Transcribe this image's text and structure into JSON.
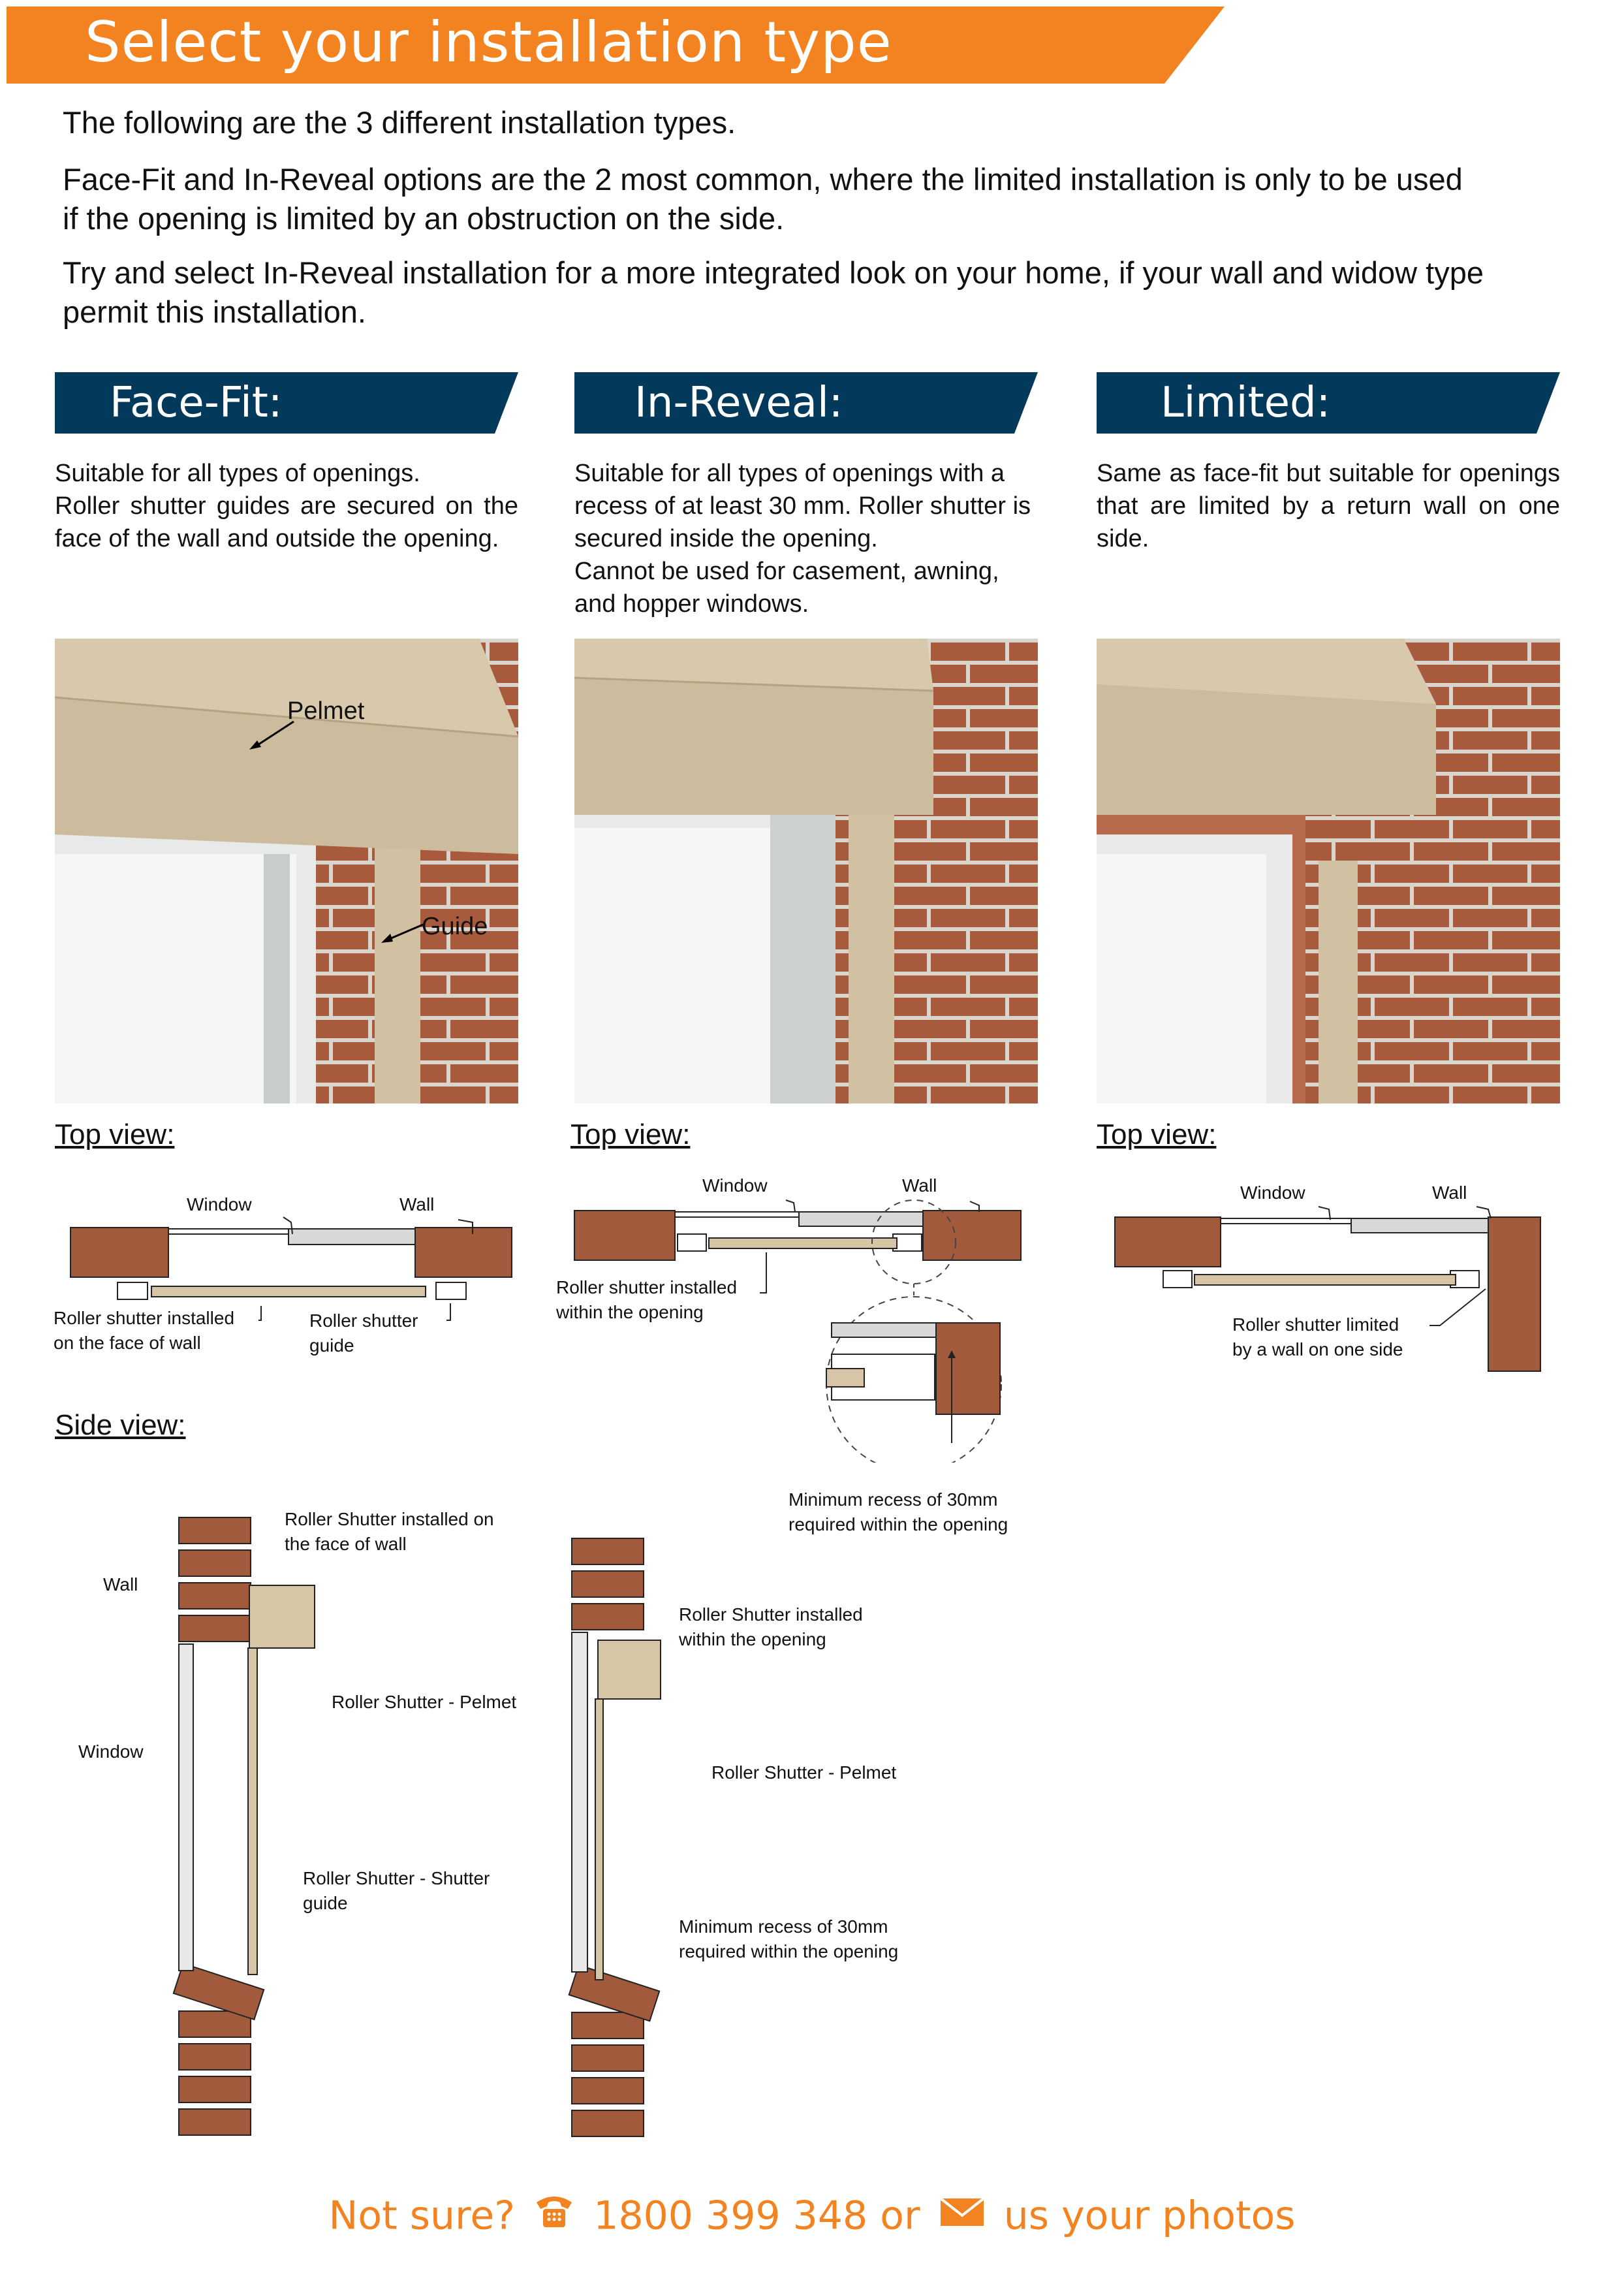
{
  "header": {
    "title": "Select your installation type"
  },
  "intro": {
    "p1": "The following are the 3 different installation types.",
    "p2a": "Face-Fit and In-Reveal options are the 2 most common, where the limited installation is only to be used",
    "p2b": "if the opening is limited by an obstruction on the side.",
    "p3a": "Try and select In-Reveal installation for a more integrated look on your home, if your wall and widow type",
    "p3b": "permit this installation."
  },
  "columns": [
    {
      "title": "Face-Fit:",
      "desc": [
        "Suitable for all types of openings.",
        "Roller shutter guides are secured on the face of the wall and outside the opening."
      ]
    },
    {
      "title": "In-Reveal:",
      "desc": [
        "Suitable for all types of openings with a recess of at least 30 mm. Roller shutter is secured inside the opening.",
        "Cannot be used for casement, awning, and hopper windows."
      ]
    },
    {
      "title": "Limited:",
      "desc": [
        "Same as face-fit but suitable for openings that are limited by a return wall on one side."
      ]
    }
  ],
  "photo_labels": {
    "pelmet": "Pelmet",
    "guide": "Guide"
  },
  "top_view_label": "Top view:",
  "side_view_label": "Side view:",
  "diagram_labels": {
    "window": "Window",
    "wall": "Wall",
    "ff_shutter_a": "Roller shutter installed",
    "ff_shutter_b": "on the face of wall",
    "ff_guide_a": "Roller shutter",
    "ff_guide_b": "guide",
    "ir_shutter_a": "Roller shutter installed",
    "ir_shutter_b": "within the opening",
    "min_recess_a": "Minimum recess of 30mm",
    "min_recess_b": "required within the opening",
    "lim_a": "Roller shutter limited",
    "lim_b": "by a wall on one side",
    "sv_face_a": "Roller Shutter installed on",
    "sv_face_b": "the face of wall",
    "sv_pelmet": "Roller Shutter - Pelmet",
    "sv_guide_a": "Roller Shutter - Shutter",
    "sv_guide_b": "guide",
    "sv_within_a": "Roller Shutter installed",
    "sv_within_b": "within the opening"
  },
  "footer": {
    "not_sure": "Not sure?",
    "phone": "1800 399 348 or",
    "photos": "us your photos"
  },
  "icons": [
    "phone-icon",
    "envelope-icon"
  ],
  "colors": {
    "accent": "#f38320",
    "navy": "#03395a",
    "brick": "#a3573a",
    "pelmet": "#c9b698"
  }
}
